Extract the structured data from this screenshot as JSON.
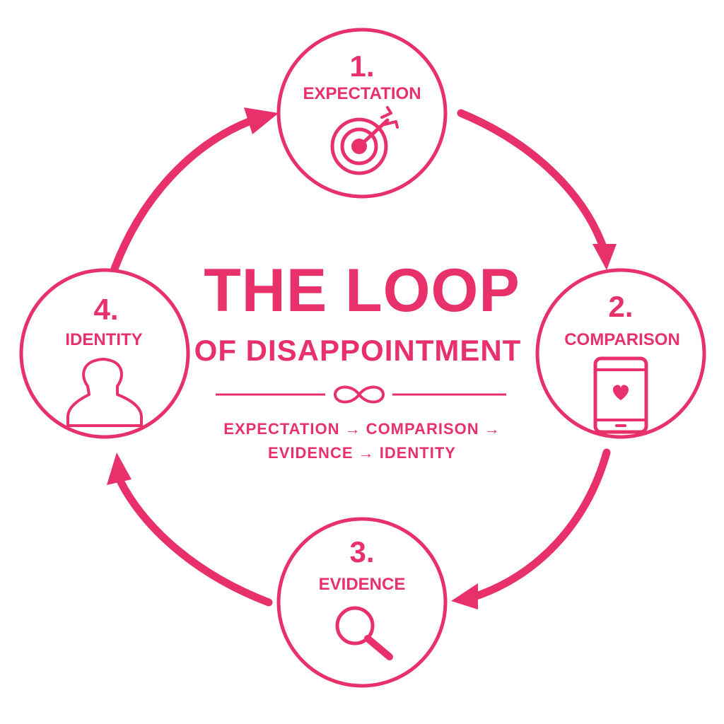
{
  "colors": {
    "accent": "#e8316b",
    "background": "#ffffff"
  },
  "title": {
    "main": "THE LOOP",
    "sub": "OF DISAPPOINTMENT",
    "divider_symbol": "∞",
    "flow_line_1": "EXPECTATION → COMPARISON →",
    "flow_line_2": "EVIDENCE → IDENTITY"
  },
  "nodes": [
    {
      "number": "1.",
      "label": "EXPECTATION",
      "icon": "target-icon"
    },
    {
      "number": "2.",
      "label": "COMPARISON",
      "icon": "phone-heart-icon"
    },
    {
      "number": "3.",
      "label": "EVIDENCE",
      "icon": "magnifier-icon"
    },
    {
      "number": "4.",
      "label": "IDENTITY",
      "icon": "person-icon"
    }
  ],
  "arrows": [
    {
      "from": "EXPECTATION",
      "to": "COMPARISON"
    },
    {
      "from": "COMPARISON",
      "to": "EVIDENCE"
    },
    {
      "from": "EVIDENCE",
      "to": "IDENTITY"
    },
    {
      "from": "IDENTITY",
      "to": "EXPECTATION"
    }
  ]
}
